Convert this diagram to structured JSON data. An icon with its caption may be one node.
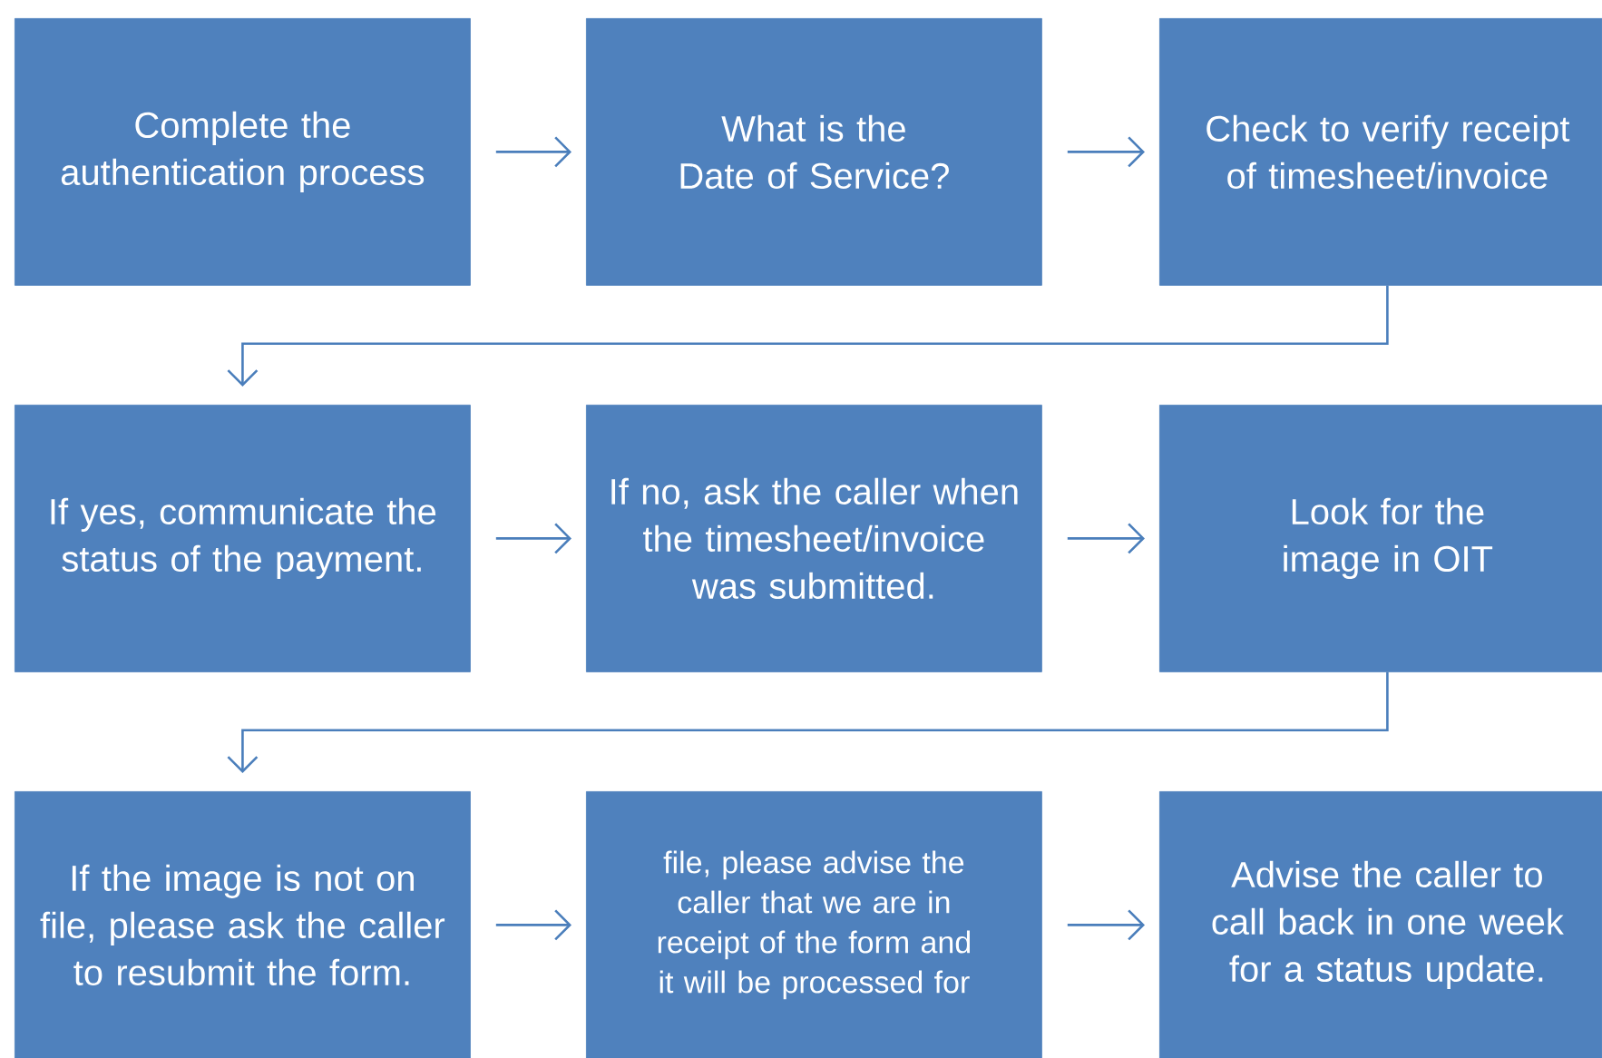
{
  "diagram": {
    "nodes": [
      {
        "text": [
          "Complete the authentication process"
        ]
      },
      {
        "text": [
          "What is the Date of Service?"
        ]
      },
      {
        "text": [
          "Check to verify receipt of timesheet/invoice"
        ]
      },
      {
        "text": [
          "If yes, communicate the status of the payment."
        ]
      },
      {
        "text": [
          "If no, ask the caller when the timesheet/invoice was submitted."
        ]
      },
      {
        "text": [
          "Look for the image in OIT"
        ]
      },
      {
        "text": [
          "If the image is not on file, please ask the caller to resubmit the form."
        ]
      },
      {
        "text": [
          "file, please advise the caller that we are in receipt of the form and it will be processed for"
        ]
      },
      {
        "text": [
          "Advise the caller to call back in one week for a status update."
        ]
      }
    ],
    "edges": [
      {
        "from": 0,
        "to": 1,
        "arrow": "to"
      },
      {
        "from": 1,
        "to": 2,
        "arrow": "to"
      },
      {
        "from": 2,
        "to": 3,
        "arrow": "to"
      },
      {
        "from": 3,
        "to": 4,
        "arrow": "to"
      },
      {
        "from": 4,
        "to": 5,
        "arrow": "to"
      },
      {
        "from": 5,
        "to": 6,
        "arrow": "to"
      },
      {
        "from": 6,
        "to": 7,
        "arrow": "to"
      },
      {
        "from": 7,
        "to": 8,
        "arrow": "to"
      }
    ]
  }
}
